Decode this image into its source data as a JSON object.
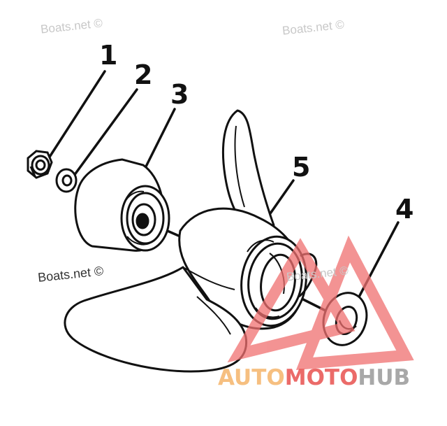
{
  "callouts": {
    "c1": "1",
    "c2": "2",
    "c3": "3",
    "c4": "4",
    "c5": "5"
  },
  "watermarks": {
    "boats_top_left": "Boats.net ©",
    "boats_top_right": "Boats.net ©",
    "boats_mid_left": "Boats.net ©",
    "boats_mid_right": "Boats.net ©",
    "brand_part1": "AUTO",
    "brand_part2": "MOTO",
    "brand_part3": "HUB"
  },
  "colors": {
    "ink": "#111111",
    "watermark_gray": "#c8c8c8",
    "brand_orange": "#f5b46a",
    "brand_red": "#e8524f",
    "brand_gray": "#9a9a9a",
    "logo_triangle": "#f07070"
  }
}
